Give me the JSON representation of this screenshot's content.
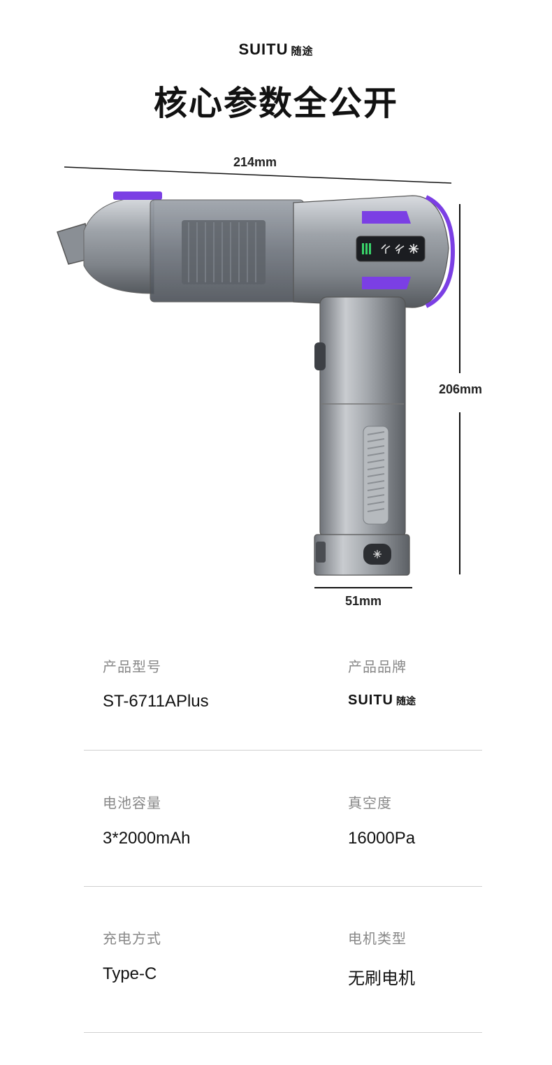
{
  "header": {
    "brand_latin": "SUITU",
    "brand_cn": "随途",
    "title": "核心参数全公开"
  },
  "dimensions": {
    "length": "214mm",
    "height": "206mm",
    "width": "51mm"
  },
  "product": {
    "display_icons": [
      "battery-icon",
      "fan-low-icon",
      "fan-mid-icon",
      "fan-high-icon"
    ],
    "colors": {
      "accent": "#7b3fe4",
      "body": "#a7abb1",
      "battery": "#39d36a"
    }
  },
  "specs": [
    {
      "label": "产品型号",
      "value": "ST-6711APlus"
    },
    {
      "label": "产品品牌",
      "value_latin": "SUITU",
      "value_cn": "随途"
    },
    {
      "label": "电池容量",
      "value": "3*2000mAh"
    },
    {
      "label": "真空度",
      "value": "16000Pa"
    },
    {
      "label": "充电方式",
      "value": "Type-C"
    },
    {
      "label": "电机类型",
      "value": "无刷电机"
    }
  ]
}
